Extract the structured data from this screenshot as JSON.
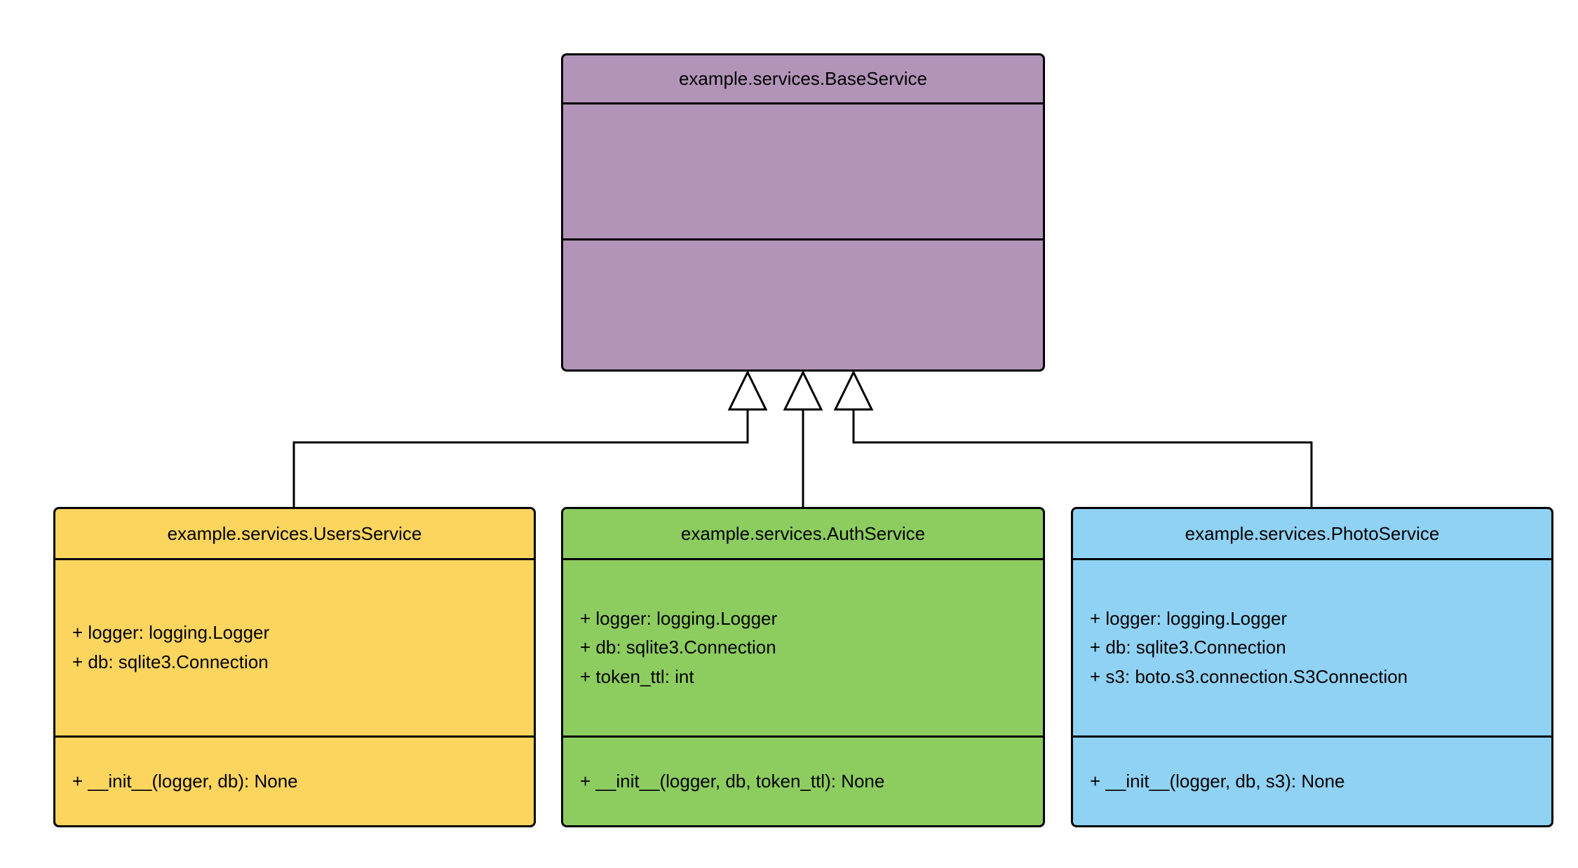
{
  "diagram": {
    "classes": [
      {
        "title": "example.services.BaseService",
        "color": "#b294b8",
        "attributes": [],
        "methods": []
      },
      {
        "title": "example.services.UsersService",
        "color": "#fcd55e",
        "attributes": [
          "+ logger: logging.Logger",
          "+ db: sqlite3.Connection"
        ],
        "methods": [
          "+ __init__(logger, db): None"
        ]
      },
      {
        "title": "example.services.AuthService",
        "color": "#8dcd60",
        "attributes": [
          "+ logger: logging.Logger",
          "+ db: sqlite3.Connection",
          "+ token_ttl: int"
        ],
        "methods": [
          "+ __init__(logger, db, token_ttl): None"
        ]
      },
      {
        "title": "example.services.PhotoService",
        "color": "#90d2f4",
        "attributes": [
          "+ logger: logging.Logger",
          "+ db: sqlite3.Connection",
          "+ s3: boto.s3.connection.S3Connection"
        ],
        "methods": [
          "+ __init__(logger, db, s3): None"
        ]
      }
    ],
    "relations": [
      {
        "type": "inheritance",
        "from": "example.services.UsersService",
        "to": "example.services.BaseService"
      },
      {
        "type": "inheritance",
        "from": "example.services.AuthService",
        "to": "example.services.BaseService"
      },
      {
        "type": "inheritance",
        "from": "example.services.PhotoService",
        "to": "example.services.BaseService"
      }
    ]
  }
}
